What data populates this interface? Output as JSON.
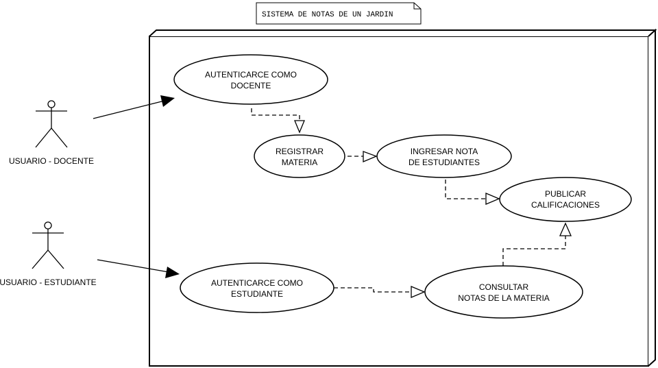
{
  "note": {
    "title": "SISTEMA DE NOTAS DE UN JARDIN"
  },
  "actors": [
    {
      "id": "docente",
      "label": "USUARIO - DOCENTE"
    },
    {
      "id": "estudiante",
      "label": "USUARIO - ESTUDIANTE"
    }
  ],
  "use_cases": {
    "auth_docente": {
      "line1": "AUTENTICARCE COMO",
      "line2": "DOCENTE"
    },
    "registrar": {
      "line1": "REGISTRAR",
      "line2": "MATERIA"
    },
    "ingresar": {
      "line1": "INGRESAR NOTA",
      "line2": "DE ESTUDIANTES"
    },
    "publicar": {
      "line1": "PUBLICAR",
      "line2": "CALIFICACIONES"
    },
    "auth_estudiante": {
      "line1": "AUTENTICARCE COMO",
      "line2": "ESTUDIANTE"
    },
    "consultar": {
      "line1": "CONSULTAR",
      "line2": "NOTAS DE LA MATERIA"
    }
  },
  "colors": {
    "stroke": "#000000",
    "background": "#ffffff"
  }
}
